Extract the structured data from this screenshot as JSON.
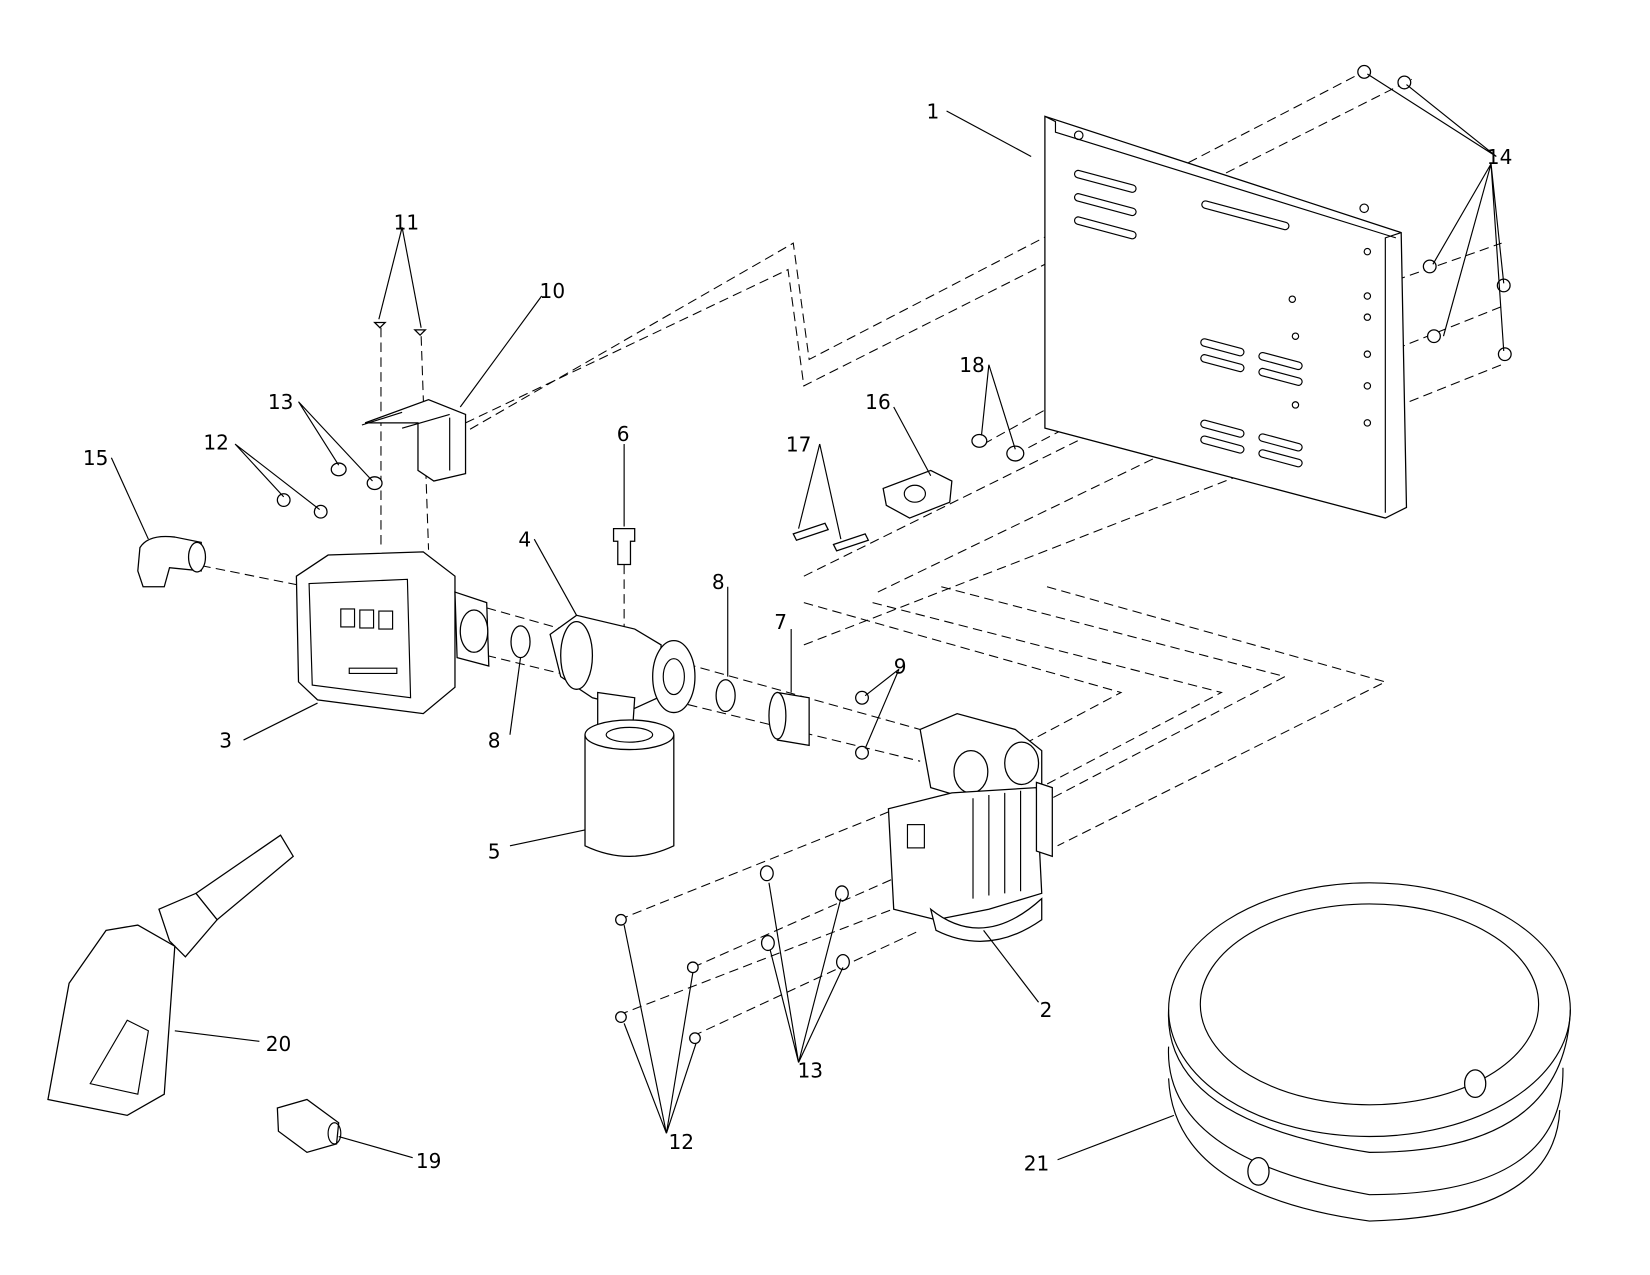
{
  "diagram": {
    "type": "exploded parts diagram",
    "callouts": [
      {
        "id": "c1",
        "text": "1"
      },
      {
        "id": "c14",
        "text": "14"
      },
      {
        "id": "c11",
        "text": "11"
      },
      {
        "id": "c10",
        "text": "10"
      },
      {
        "id": "c13a",
        "text": "13"
      },
      {
        "id": "c12a",
        "text": "12"
      },
      {
        "id": "c15",
        "text": "15"
      },
      {
        "id": "c6",
        "text": "6"
      },
      {
        "id": "c18",
        "text": "18"
      },
      {
        "id": "c16",
        "text": "16"
      },
      {
        "id": "c17",
        "text": "17"
      },
      {
        "id": "c4",
        "text": "4"
      },
      {
        "id": "c8a",
        "text": "8"
      },
      {
        "id": "c7",
        "text": "7"
      },
      {
        "id": "c9",
        "text": "9"
      },
      {
        "id": "c3",
        "text": "3"
      },
      {
        "id": "c8b",
        "text": "8"
      },
      {
        "id": "c5",
        "text": "5"
      },
      {
        "id": "c2",
        "text": "2"
      },
      {
        "id": "c20",
        "text": "20"
      },
      {
        "id": "c13b",
        "text": "13"
      },
      {
        "id": "c12b",
        "text": "12"
      },
      {
        "id": "c19",
        "text": "19"
      },
      {
        "id": "c21",
        "text": "21"
      }
    ]
  }
}
